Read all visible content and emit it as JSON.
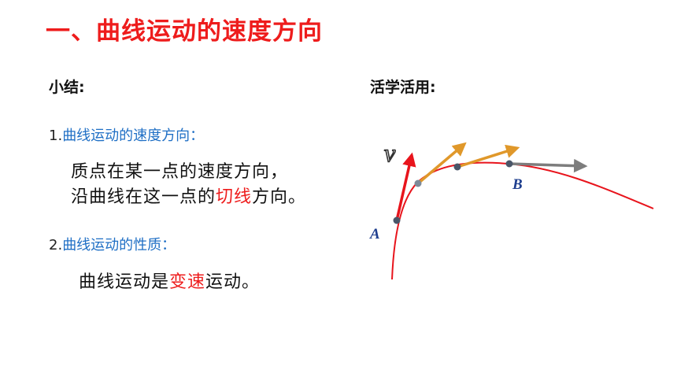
{
  "title": "一、曲线运动的速度方向",
  "summary": {
    "heading": "小结:",
    "point1": {
      "number": "1.",
      "label": "曲线运动的速度方向：",
      "line1": "质点在某一点的速度方向，",
      "line2_pre": "沿曲线在这一点的",
      "line2_key": "切线",
      "line2_post": "方向。"
    },
    "point2": {
      "number": "2.",
      "label": "曲线运动的性质：",
      "line_pre": "曲线运动是",
      "line_key": "变速",
      "line_post": "运动。"
    }
  },
  "practice": {
    "heading": "活学活用:",
    "figure": {
      "velocity_symbol": "v",
      "point_a": "A",
      "point_b": "B"
    }
  },
  "colors": {
    "title": "#ee1c1c",
    "emphasis": "#ee1c1c",
    "label_blue": "#1f6fc5",
    "curve": "#e8141c",
    "arrow_orange": "#e0982a",
    "arrow_gray": "#7d7d7d",
    "point_dot": "#4a5668",
    "point_label": "#1f3f8f"
  }
}
